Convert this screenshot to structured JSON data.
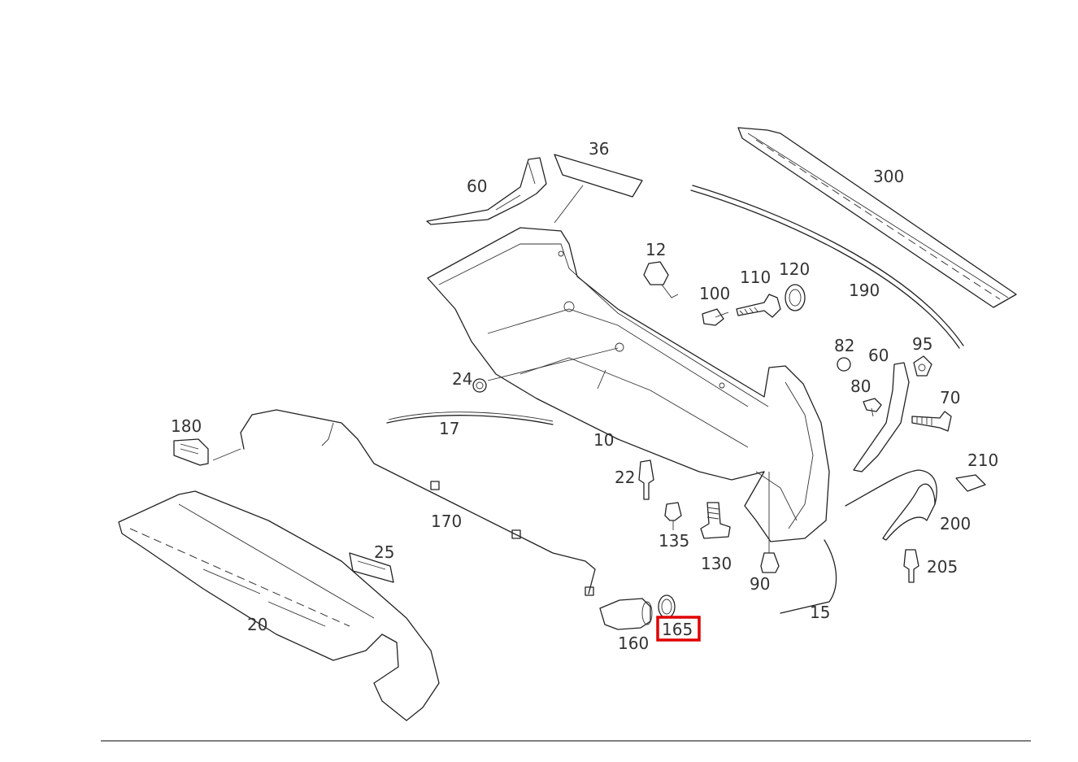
{
  "diagram": {
    "highlighted_callout": "165",
    "highlight_color": "#e00000",
    "callouts": [
      {
        "id": "c36",
        "text": "36"
      },
      {
        "id": "c60a",
        "text": "60"
      },
      {
        "id": "c300",
        "text": "300"
      },
      {
        "id": "c12",
        "text": "12"
      },
      {
        "id": "c100",
        "text": "100"
      },
      {
        "id": "c110",
        "text": "110"
      },
      {
        "id": "c120",
        "text": "120"
      },
      {
        "id": "c190",
        "text": "190"
      },
      {
        "id": "c82",
        "text": "82"
      },
      {
        "id": "c60b",
        "text": "60"
      },
      {
        "id": "c95",
        "text": "95"
      },
      {
        "id": "c80",
        "text": "80"
      },
      {
        "id": "c70",
        "text": "70"
      },
      {
        "id": "c24",
        "text": "24"
      },
      {
        "id": "c180",
        "text": "180"
      },
      {
        "id": "c17",
        "text": "17"
      },
      {
        "id": "c10",
        "text": "10"
      },
      {
        "id": "c22",
        "text": "22"
      },
      {
        "id": "c210",
        "text": "210"
      },
      {
        "id": "c170",
        "text": "170"
      },
      {
        "id": "c135",
        "text": "135"
      },
      {
        "id": "c200",
        "text": "200"
      },
      {
        "id": "c25",
        "text": "25"
      },
      {
        "id": "c130",
        "text": "130"
      },
      {
        "id": "c205",
        "text": "205"
      },
      {
        "id": "c90",
        "text": "90"
      },
      {
        "id": "c20",
        "text": "20"
      },
      {
        "id": "c15",
        "text": "15"
      },
      {
        "id": "c165",
        "text": "165"
      },
      {
        "id": "c160",
        "text": "160"
      }
    ]
  }
}
